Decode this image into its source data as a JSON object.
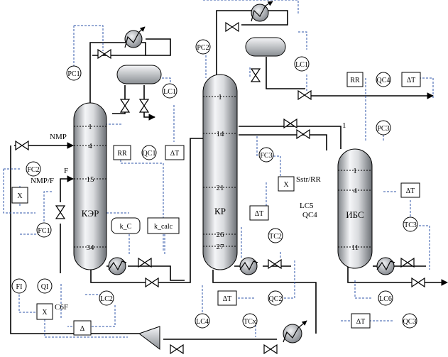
{
  "columns": [
    {
      "id": "kep",
      "name": "КЭР",
      "trays": [
        "1",
        "4",
        "15",
        "34"
      ]
    },
    {
      "id": "kr",
      "name": "КР",
      "trays": [
        "1",
        "14",
        "21",
        "26",
        "27"
      ]
    },
    {
      "id": "ibs",
      "name": "ИБС",
      "trays": [
        "1",
        "4",
        "11"
      ]
    }
  ],
  "stream_labels": {
    "nmp": "NMP",
    "f": "F",
    "nmp_f": "NMP/F",
    "c6f": "C6F",
    "sstr_rr": "Sstr/RR",
    "lc5": "LC5",
    "qc4": "QC4",
    "ibs_stream": "1"
  },
  "controllers": {
    "pc1": "PC1",
    "lc1_kep": "LC1",
    "rr_kep": "RR",
    "qc1": "QC1",
    "dt_kep": "ΔT",
    "fc2": "FC2",
    "x_nmp": "X",
    "fc1": "FC1",
    "k_c": "k_C",
    "k_calc": "k_calc",
    "lc2": "LC2",
    "fi": "FI",
    "qi": "QI",
    "x_c6f": "X",
    "delta": "Δ",
    "pc2": "PC2",
    "lc1_kr": "LC1",
    "rr_kr": "RR",
    "qc4": "QC4",
    "dt_kr_top": "ΔT",
    "fc3": "FC3",
    "x_kr": "X",
    "pc3": "PC3",
    "dt_kr_mid": "ΔT",
    "tc2": "TC2",
    "dt_kr_bot": "ΔT",
    "qc2": "QC2",
    "lc4": "LC4",
    "tcx": "TCx",
    "dt_ibs": "ΔT",
    "tc3": "TC3",
    "lc6": "LC6",
    "dt_ibs_bot": "ΔT",
    "qc3": "QC3"
  }
}
